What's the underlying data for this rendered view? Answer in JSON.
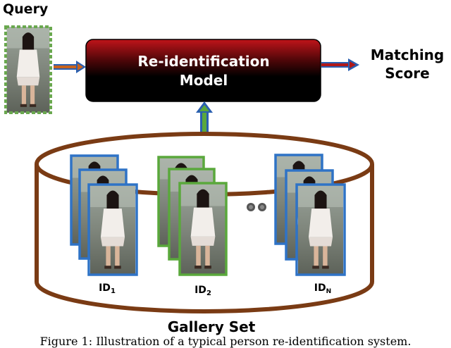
{
  "query": {
    "label": "Query"
  },
  "model": {
    "line1": "Re-identification",
    "line2": "Model"
  },
  "output": {
    "line1": "Matching",
    "line2": "Score"
  },
  "gallery": {
    "label": "Gallery Set",
    "ids": [
      {
        "main": "ID",
        "sub": "1",
        "color": "#2f73c6"
      },
      {
        "main": "ID",
        "sub": "2",
        "color": "#5aa83c"
      },
      {
        "main": "ID",
        "sub": "N",
        "color": "#2f73c6"
      }
    ],
    "ellipsis": "••"
  },
  "caption": "Figure 1: Illustration of a typical person re-identification system.",
  "colors": {
    "cylinder": "#7a3b14",
    "model_top": "#c0141a",
    "model_bottom": "#000000",
    "query_border": "#6aa84f",
    "arrow_red": "#b01818",
    "arrow_blue": "#2a5fb0",
    "arrow_green": "#5aa83c"
  }
}
